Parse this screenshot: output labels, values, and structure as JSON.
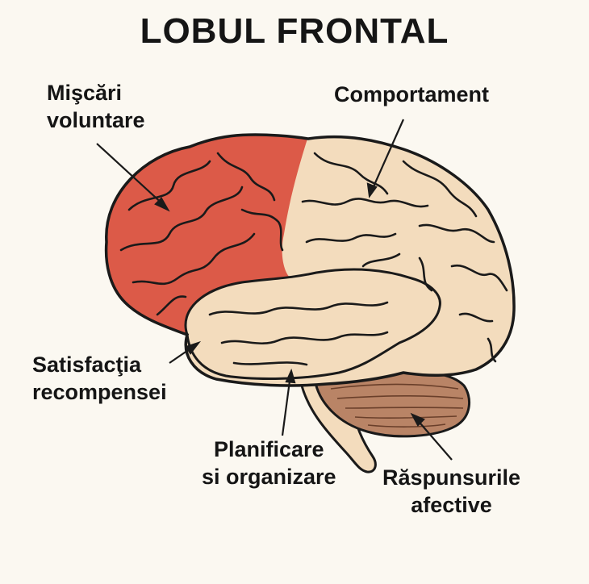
{
  "title": "LOBUL FRONTAL",
  "labels": {
    "miscari_line1": "Mişcări",
    "miscari_line2": "voluntare",
    "comportament": "Comportament",
    "satisfactia_line1": "Satisfacţia",
    "satisfactia_line2": "recompensei",
    "planificare_line1": "Planificare",
    "planificare_line2": "si organizare",
    "raspunsurile_line1": "Răspunsurile",
    "raspunsurile_line2": "afective"
  },
  "colors": {
    "background": "#fbf8f1",
    "frontal_lobe": "#dc5a48",
    "brain_tissue": "#f3dcbd",
    "cerebellum": "#b98466",
    "outline": "#1a1a1a"
  }
}
